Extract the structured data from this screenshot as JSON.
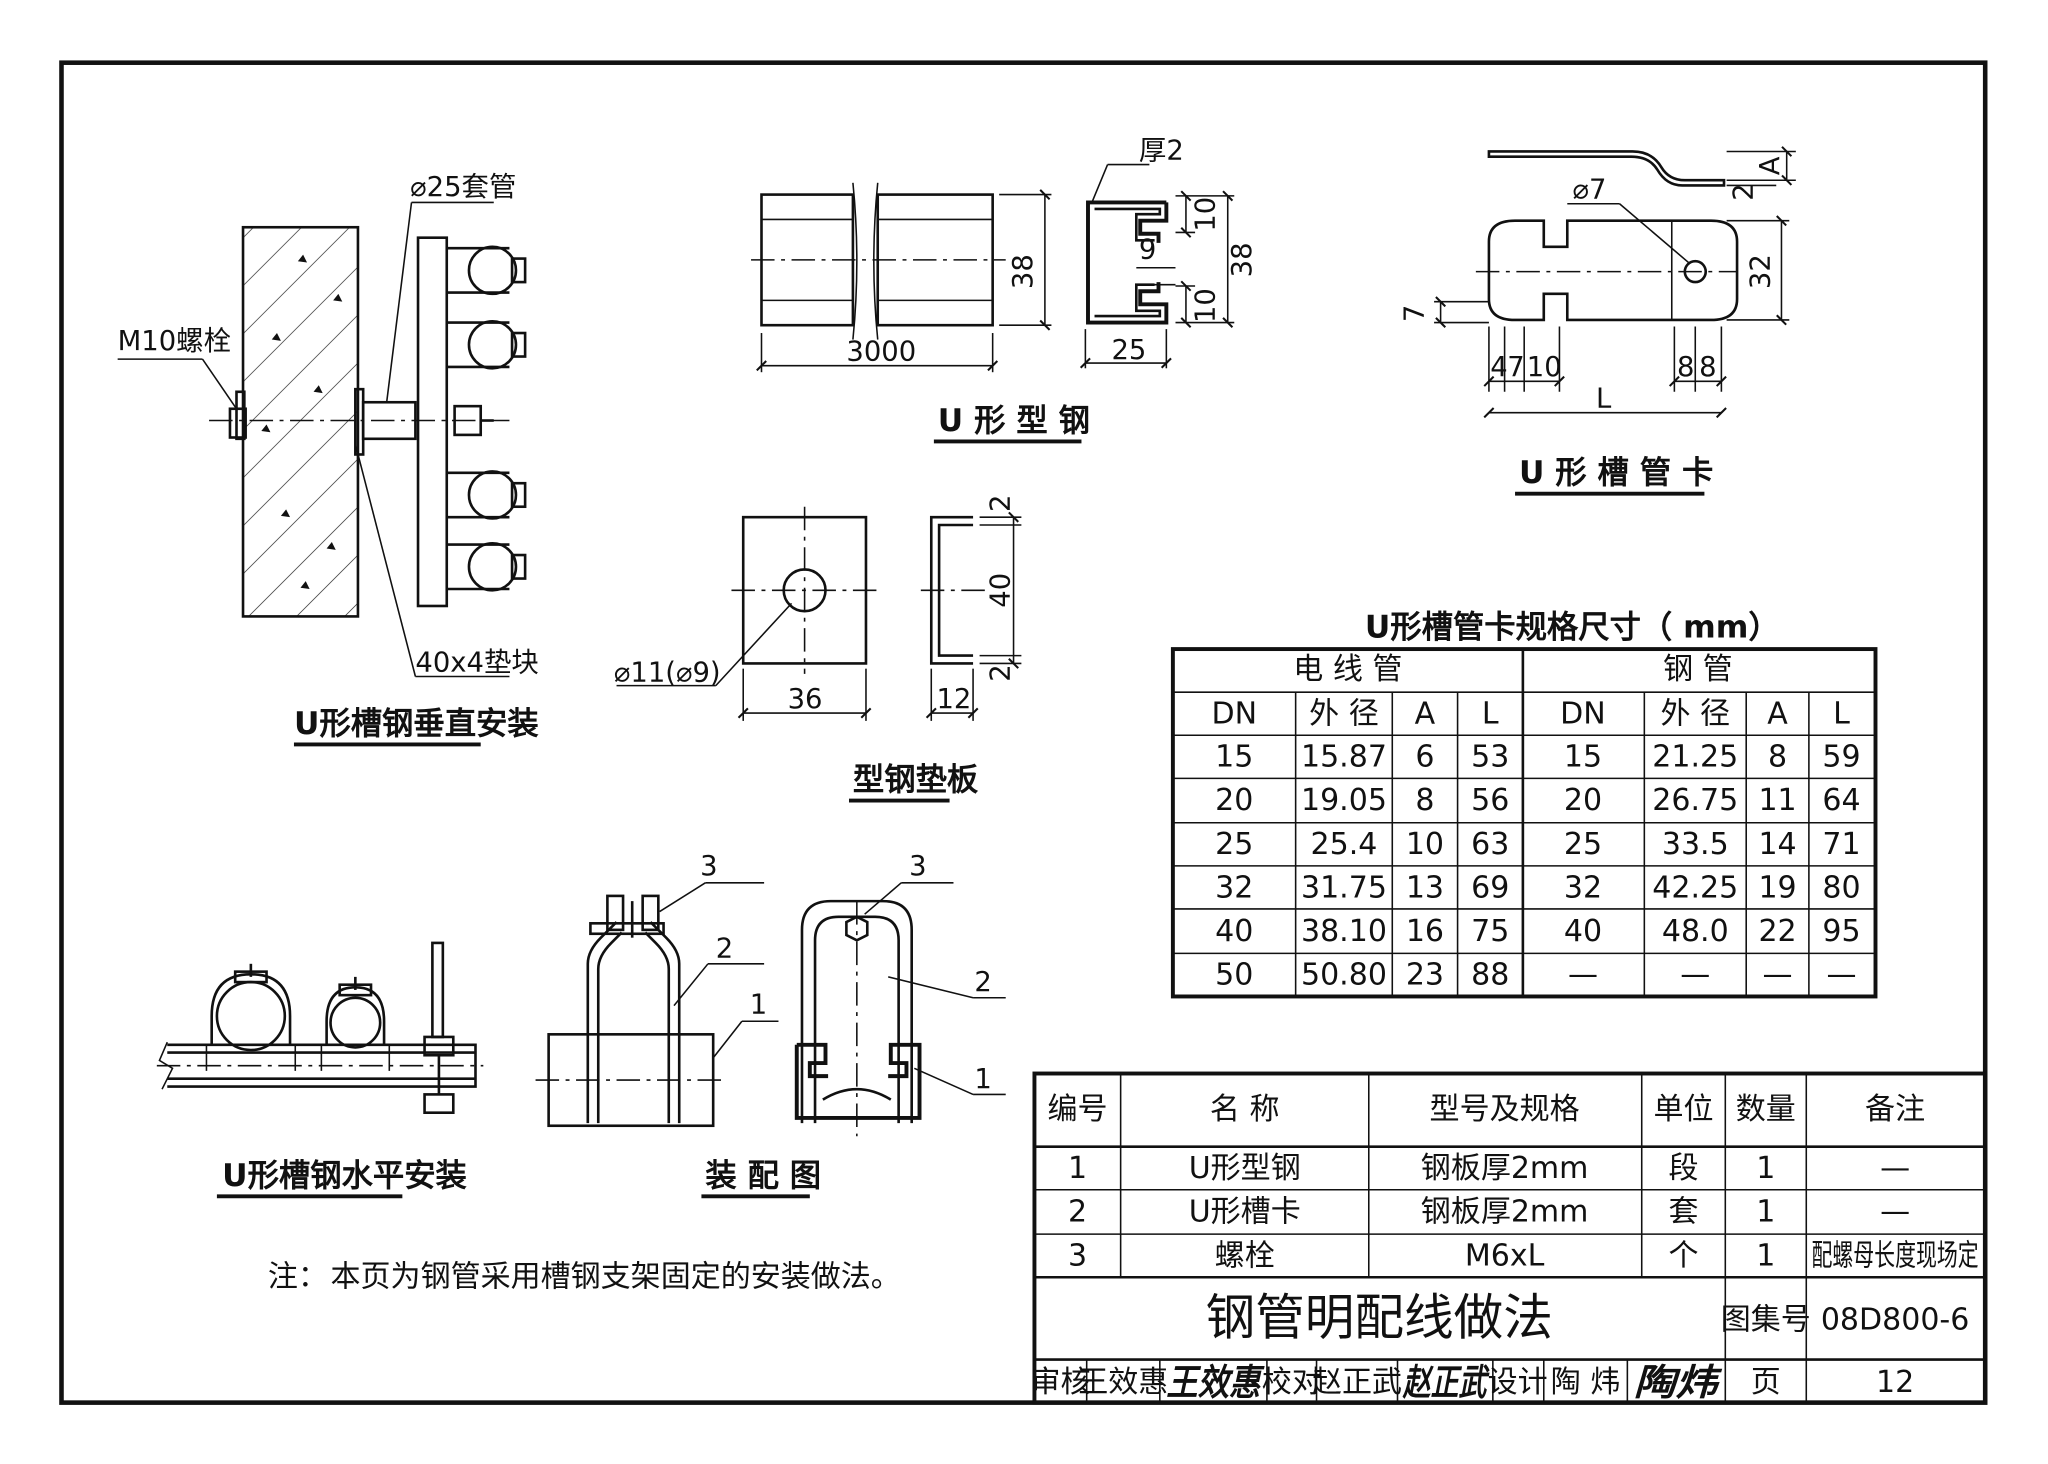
{
  "views": {
    "vertical_install": {
      "title": "U形槽钢垂直安装",
      "callouts": {
        "bolt": "M10螺栓",
        "sleeve": "⌀25套管",
        "pad": "40x4垫块"
      }
    },
    "u_steel": {
      "title": "U 形 型 钢",
      "dims": {
        "length": "3000",
        "height": "38",
        "thickness": "厚2",
        "top": "10",
        "gap": "9",
        "bottom": "10",
        "section_h": "38",
        "width": "25"
      }
    },
    "u_clamp": {
      "title": "U 形 槽 管 卡",
      "dims": {
        "hole": "⌀7",
        "A": "A",
        "t": "2",
        "h": "32",
        "notch": "7",
        "d4": "4",
        "d7": "7",
        "d10": "10",
        "d8a": "8",
        "d8b": "8",
        "L": "L"
      }
    },
    "pad_plate": {
      "title": "型钢垫板",
      "dims": {
        "hole": "⌀11(⌀9)",
        "width": "36",
        "top": "2",
        "height": "40",
        "bottom": "2",
        "depth": "12"
      }
    },
    "horizontal_install": {
      "title": "U形槽钢水平安装"
    },
    "assembly": {
      "title": "装 配 图",
      "items": [
        "3",
        "2",
        "1",
        "3",
        "2",
        "1"
      ]
    }
  },
  "note": {
    "label": "注：",
    "text": "本页为钢管采用槽钢支架固定的安装做法。"
  },
  "spec_table": {
    "title": "U形槽管卡规格尺寸（ mm）",
    "group_headers": [
      "电 线 管",
      "钢 管"
    ],
    "columns": [
      "DN",
      "外 径",
      "A",
      "L",
      "DN",
      "外 径",
      "A",
      "L"
    ],
    "rows": [
      [
        "15",
        "15.87",
        "6",
        "53",
        "15",
        "21.25",
        "8",
        "59"
      ],
      [
        "20",
        "19.05",
        "8",
        "56",
        "20",
        "26.75",
        "11",
        "64"
      ],
      [
        "25",
        "25.4",
        "10",
        "63",
        "25",
        "33.5",
        "14",
        "71"
      ],
      [
        "32",
        "31.75",
        "13",
        "69",
        "32",
        "42.25",
        "19",
        "80"
      ],
      [
        "40",
        "38.10",
        "16",
        "75",
        "40",
        "48.0",
        "22",
        "95"
      ],
      [
        "50",
        "50.80",
        "23",
        "88",
        "—",
        "—",
        "—",
        "—"
      ]
    ]
  },
  "parts_table": {
    "columns": [
      "编号",
      "名 称",
      "型号及规格",
      "单位",
      "数量",
      "备注"
    ],
    "rows": [
      [
        "1",
        "U形型钢",
        "钢板厚2mm",
        "段",
        "1",
        "—"
      ],
      [
        "2",
        "U形槽卡",
        "钢板厚2mm",
        "套",
        "1",
        "—"
      ],
      [
        "3",
        "螺栓",
        "M6xL",
        "个",
        "1",
        "配螺母长度现场定"
      ]
    ]
  },
  "title_block": {
    "drawing_title": "钢管明配线做法",
    "atlas_label": "图集号",
    "atlas_no": "08D800-6",
    "review_label": "审核",
    "reviewer": "王效惠",
    "review_sign": "王效惠",
    "check_label": "校对",
    "checker": "赵正武",
    "check_sign": "赵正武",
    "design_label": "设计",
    "designer": "陶 炜",
    "design_sign": "陶炜",
    "page_label": "页",
    "page_no": "12"
  }
}
